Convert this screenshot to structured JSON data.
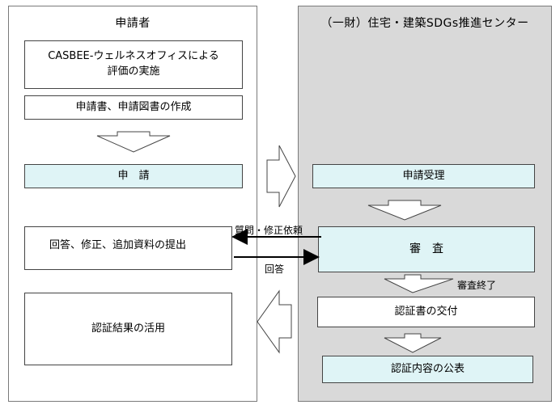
{
  "applicant": {
    "title": "申請者",
    "step1": "CASBEE-ウェルネスオフィスによる\n評価の実施",
    "step2": "申請書、申請図書の作成",
    "apply": "申　請",
    "response": "回答、修正、追加資料の提出",
    "use": "認証結果の活用"
  },
  "center": {
    "title": "（一財）住宅・建築SDGs推進センター",
    "receive": "申請受理",
    "review": "審　査",
    "review_end": "審査終了",
    "issue": "認証書の交付",
    "publish": "認証内容の公表"
  },
  "flow": {
    "question": "質問・修正依頼",
    "answer": "回答"
  },
  "colors": {
    "highlight_box": "#dff4f6",
    "center_panel": "#d9d9d9"
  }
}
